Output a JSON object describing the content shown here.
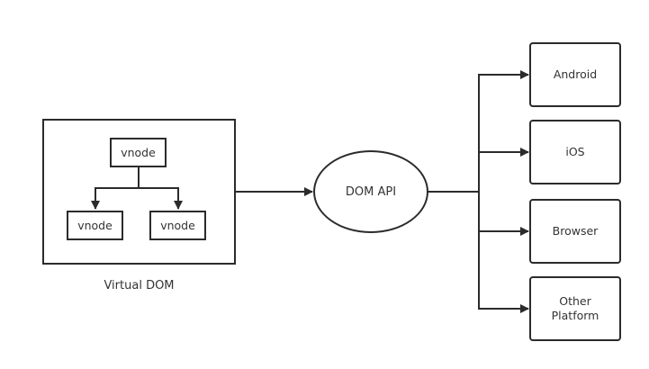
{
  "diagram": {
    "virtual_dom": {
      "caption": "Virtual DOM",
      "root_node": "vnode",
      "child_nodes": [
        "vnode",
        "vnode"
      ]
    },
    "dom_api": {
      "label": "DOM API"
    },
    "platforms": [
      {
        "label": "Android"
      },
      {
        "label": "iOS"
      },
      {
        "label": "Browser"
      },
      {
        "label": "Other Platform",
        "lines": [
          "Other",
          "Platform"
        ]
      }
    ],
    "edges": [
      {
        "from": "vnode (root)",
        "to": "vnode (left)"
      },
      {
        "from": "vnode (root)",
        "to": "vnode (right)"
      },
      {
        "from": "Virtual DOM",
        "to": "DOM API"
      },
      {
        "from": "DOM API",
        "to": "Android"
      },
      {
        "from": "DOM API",
        "to": "iOS"
      },
      {
        "from": "DOM API",
        "to": "Browser"
      },
      {
        "from": "DOM API",
        "to": "Other Platform"
      }
    ],
    "colors": {
      "stroke": "#2b2b2b",
      "text": "#333333",
      "background": "#ffffff"
    }
  }
}
